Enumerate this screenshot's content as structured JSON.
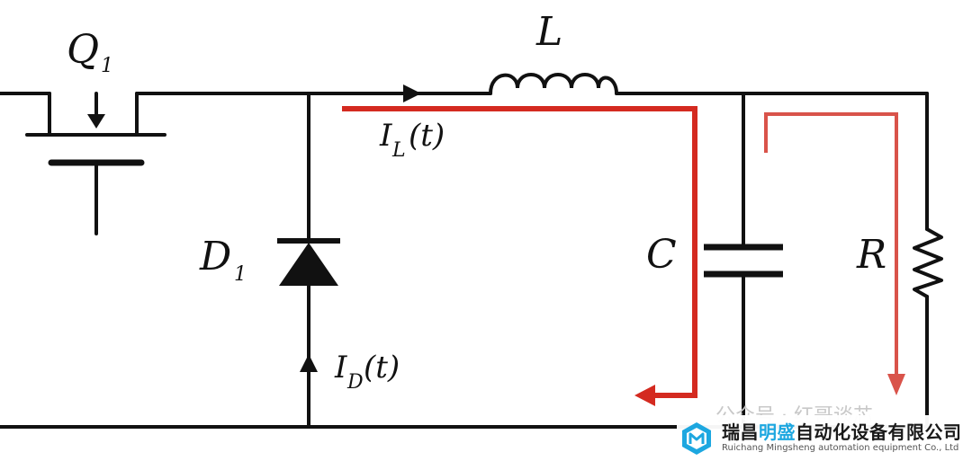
{
  "labels": {
    "switch": "Q",
    "switch_sub": "1",
    "inductor": "L",
    "inductor_current": "I",
    "inductor_current_sub": "L",
    "inductor_current_arg": "(t)",
    "diode": "D",
    "diode_sub": "1",
    "diode_current": "I",
    "diode_current_sub": "D",
    "diode_current_arg": "(t)",
    "capacitor": "C",
    "resistor": "R"
  },
  "watermark": {
    "text": "公众号 · 红哥谈芯"
  },
  "logo": {
    "name_pre": "瑞昌",
    "name_highlight": "明盛",
    "name_post": "自动化设备有限公司",
    "subtitle": "Ruichang Mingsheng automation equipment Co., Ltd"
  },
  "colors": {
    "wire": "#111111",
    "current_path": "#d42a20",
    "resistor_path": "#d9534a",
    "brand": "#1da7e0"
  }
}
